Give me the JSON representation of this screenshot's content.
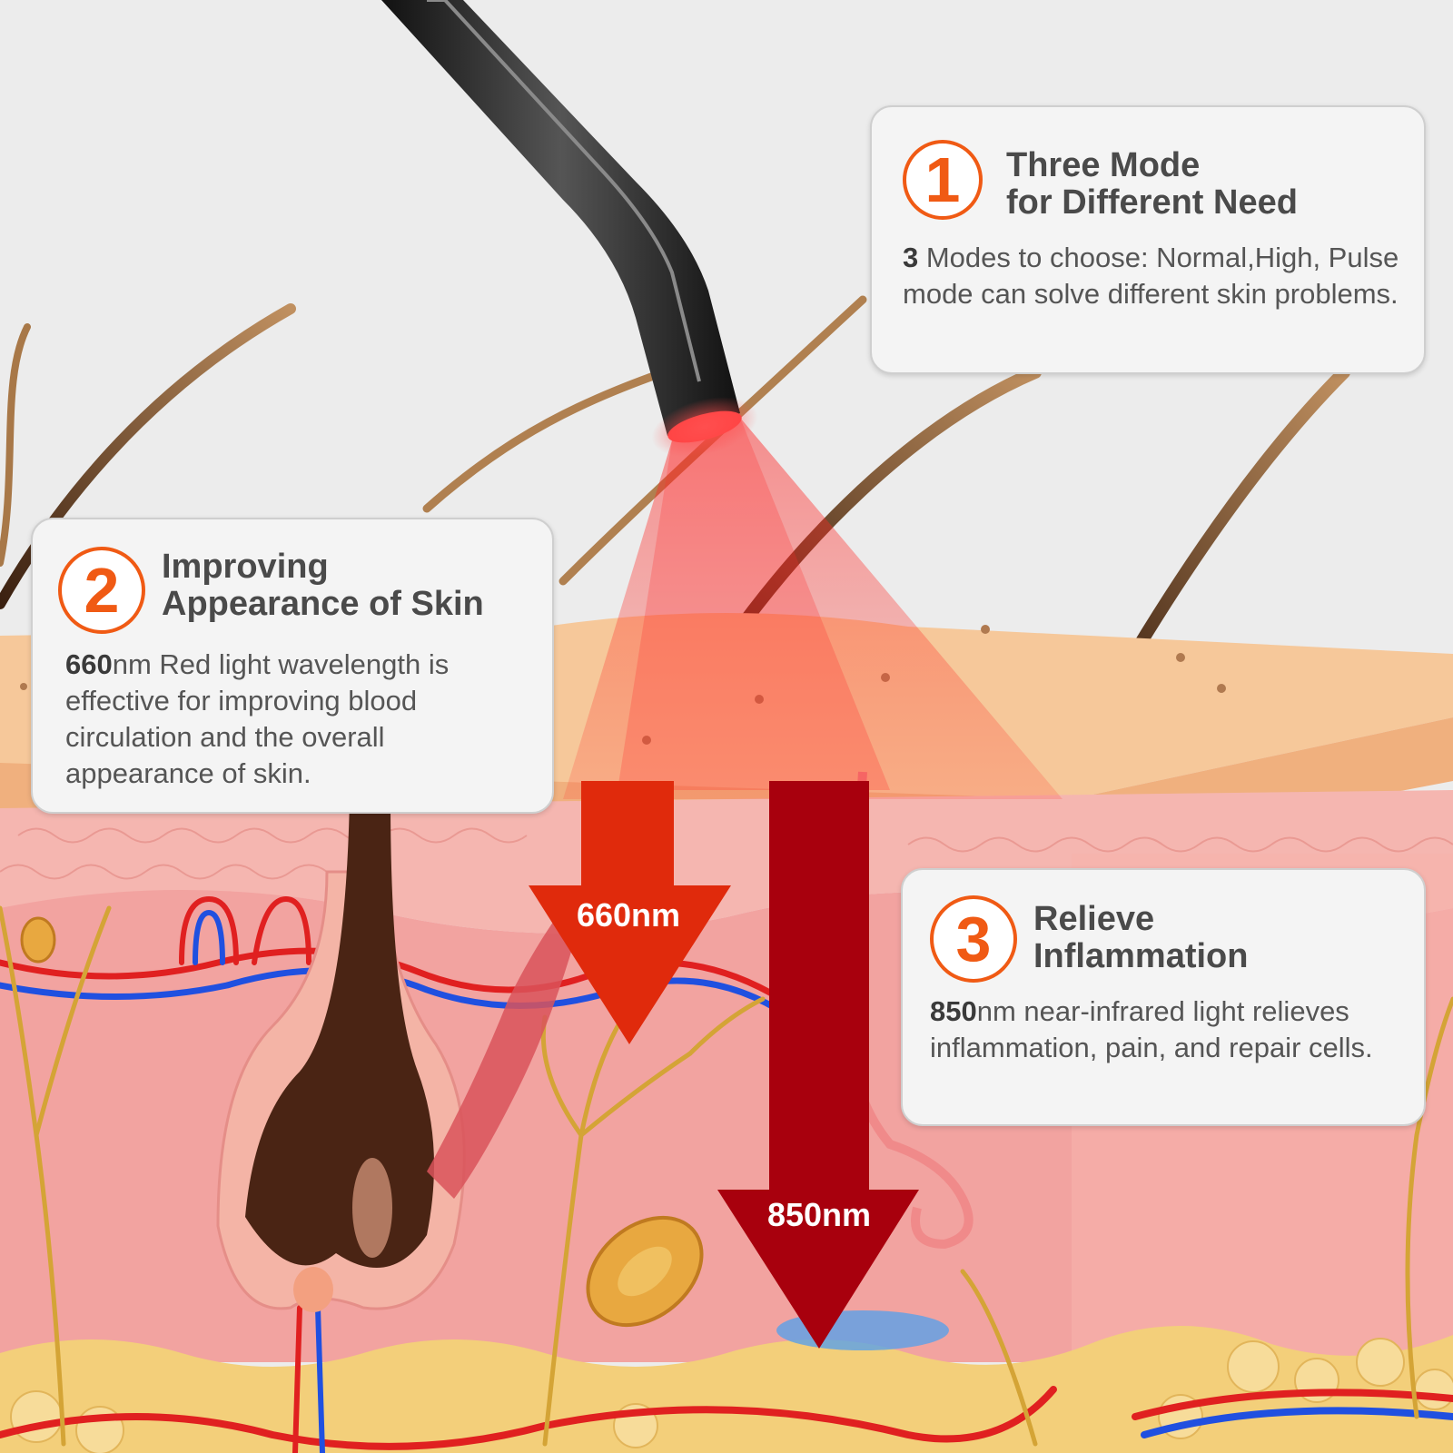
{
  "cards": [
    {
      "number": "1",
      "title_line1": "Three Mode",
      "title_line2": "for Different Need",
      "body_bold": "3",
      "body_text": " Modes to choose: Normal,High, Pulse mode can solve different skin problems."
    },
    {
      "number": "2",
      "title_line1": "Improving",
      "title_line2": "Appearance of Skin",
      "body_bold": "660",
      "body_text": "nm Red light wavelength is effective for improving blood circulation and the overall appearance of skin."
    },
    {
      "number": "3",
      "title_line1": "Relieve",
      "title_line2": "Inflammation",
      "body_bold": "850",
      "body_text": "nm near-infrared light relieves inflammation, pain, and repair cells."
    }
  ],
  "arrows": {
    "red_label": "660nm",
    "infrared_label": "850nm"
  },
  "colors": {
    "accent_orange": "#f05a14",
    "red_light_arrow": "#e02a0c",
    "infrared_arrow": "#a8000d",
    "skin_top": "#f6c89a",
    "dermis": "#f2a3a0",
    "fat": "#f3cf7a"
  }
}
